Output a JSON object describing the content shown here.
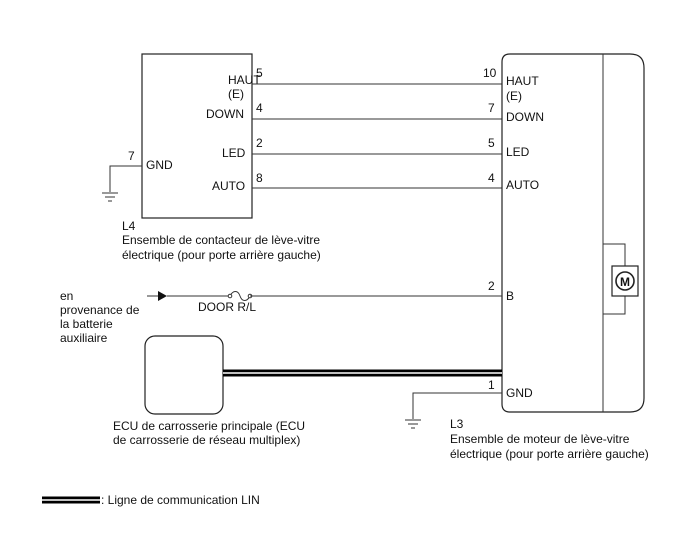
{
  "switch": {
    "id": "L4",
    "desc_line1": "Ensemble de contacteur de lève-vitre",
    "desc_line2": "électrique (pour porte arrière gauche)",
    "pins": [
      {
        "num": "5",
        "label": "HAUT",
        "label2": "(E)"
      },
      {
        "num": "4",
        "label": "DOWN"
      },
      {
        "num": "2",
        "label": "LED"
      },
      {
        "num": "8",
        "label": "AUTO"
      },
      {
        "num": "7",
        "label": "GND"
      }
    ]
  },
  "motor": {
    "id": "L3",
    "desc_line1": "Ensemble de moteur de lève-vitre",
    "desc_line2": "électrique (pour porte arrière gauche)",
    "motor_symbol": "M",
    "pins": [
      {
        "num": "10",
        "label": "HAUT",
        "label2": "(E)"
      },
      {
        "num": "7",
        "label": "DOWN"
      },
      {
        "num": "5",
        "label": "LED"
      },
      {
        "num": "4",
        "label": "AUTO"
      },
      {
        "num": "2",
        "label": "B"
      },
      {
        "num": "1",
        "label": "GND"
      }
    ]
  },
  "battery": {
    "line1": "en",
    "line2": "provenance de",
    "line3": "la batterie",
    "line4": "auxiliaire"
  },
  "fuse": {
    "label": "DOOR R/L"
  },
  "ecu": {
    "line1": "ECU de carrosserie principale (ECU",
    "line2": "de carrosserie de réseau multiplex)"
  },
  "legend": {
    "label": ": Ligne de communication LIN"
  }
}
